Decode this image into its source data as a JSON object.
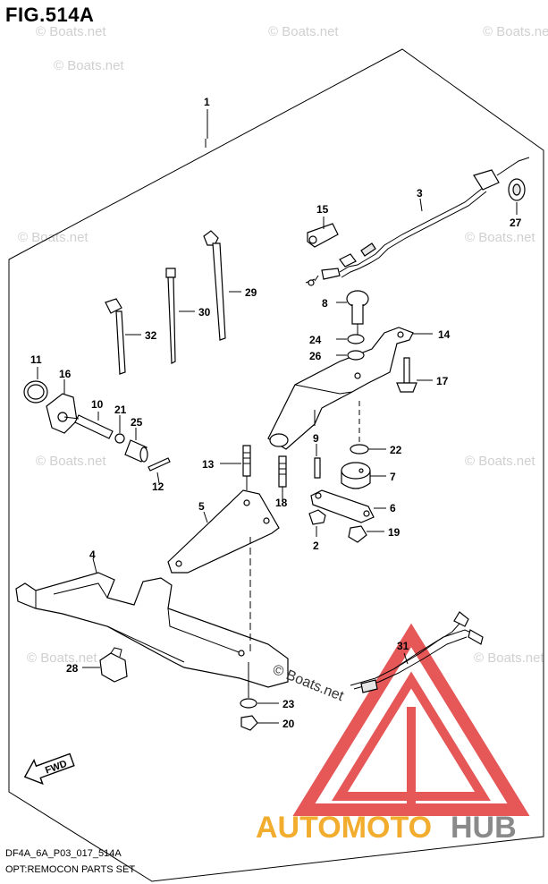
{
  "figure": {
    "title": "FIG.514A",
    "code": "DF4A_6A_P03_017_514A",
    "set_name": "OPT:REMOCON PARTS SET"
  },
  "callouts": [
    "1",
    "2",
    "3",
    "4",
    "5",
    "6",
    "7",
    "8",
    "9",
    "10",
    "11",
    "12",
    "13",
    "14",
    "15",
    "16",
    "17",
    "18",
    "19",
    "20",
    "21",
    "22",
    "23",
    "24",
    "25",
    "26",
    "27",
    "28",
    "29",
    "30",
    "31",
    "32"
  ],
  "fwd_label": "FWD",
  "watermark": {
    "text": "© Boats.net",
    "brand_left": "AUTOMOTO",
    "brand_right": "HUB",
    "brand_left_color": "#f2ad2e",
    "brand_right_color": "#8a8a8a",
    "logo_color": "#e23b3b"
  }
}
